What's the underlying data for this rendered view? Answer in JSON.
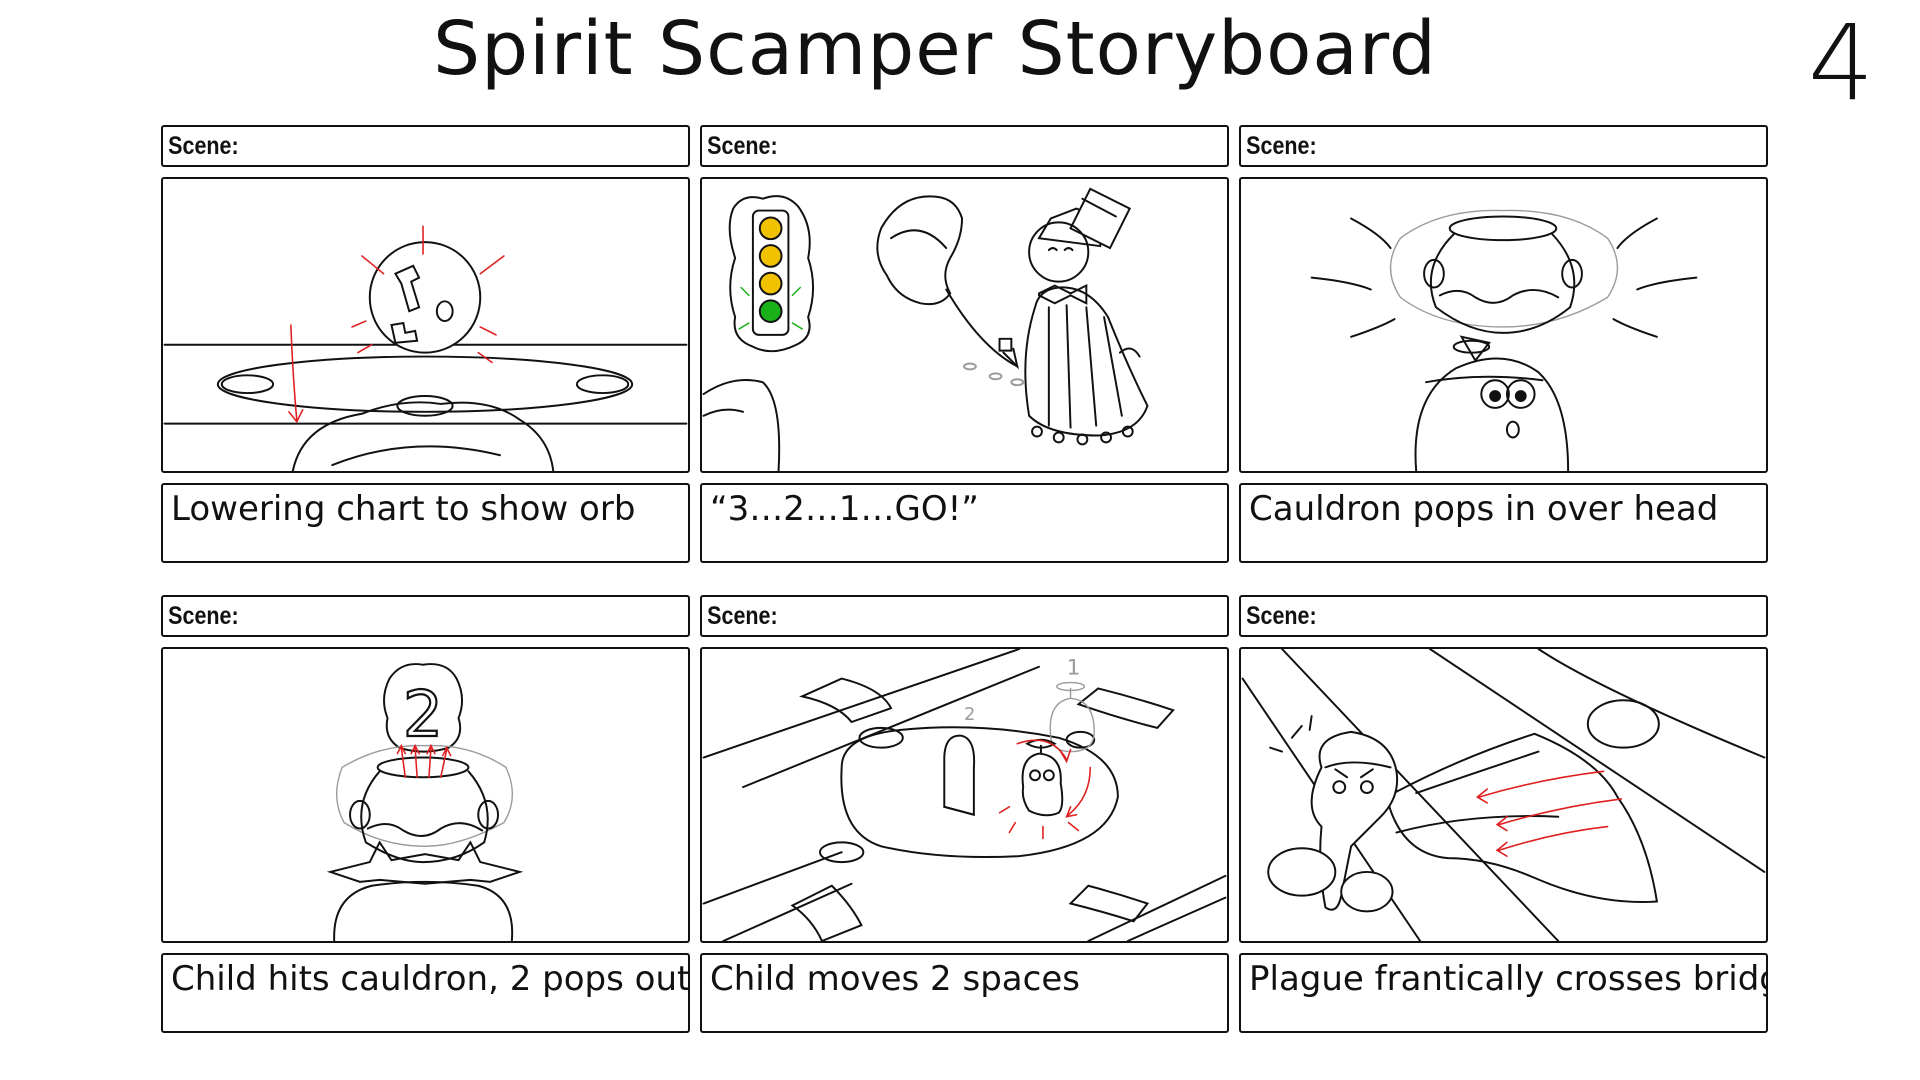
{
  "page": {
    "title": "Spirit Scamper Storyboard",
    "page_number": "4"
  },
  "panels": [
    {
      "scene_label": "Scene:",
      "caption": "Lowering chart to show orb"
    },
    {
      "scene_label": "Scene:",
      "caption": "“3…2…1…GO!”"
    },
    {
      "scene_label": "Scene:",
      "caption": "Cauldron pops in over head"
    },
    {
      "scene_label": "Scene:",
      "caption": "Child hits cauldron, 2 pops out"
    },
    {
      "scene_label": "Scene:",
      "caption": "Child moves 2 spaces"
    },
    {
      "scene_label": "Scene:",
      "caption": "Plague frantically crosses bridge"
    }
  ],
  "sketch_text": {
    "dice_number": "2",
    "space_label_1": "1",
    "space_label_2": "2"
  },
  "colors": {
    "ink": "#111111",
    "annotation_red": "#e02020",
    "light_yellow": "#f2c200",
    "light_green": "#1ab01a",
    "faint_gray": "#9a9a9a"
  }
}
